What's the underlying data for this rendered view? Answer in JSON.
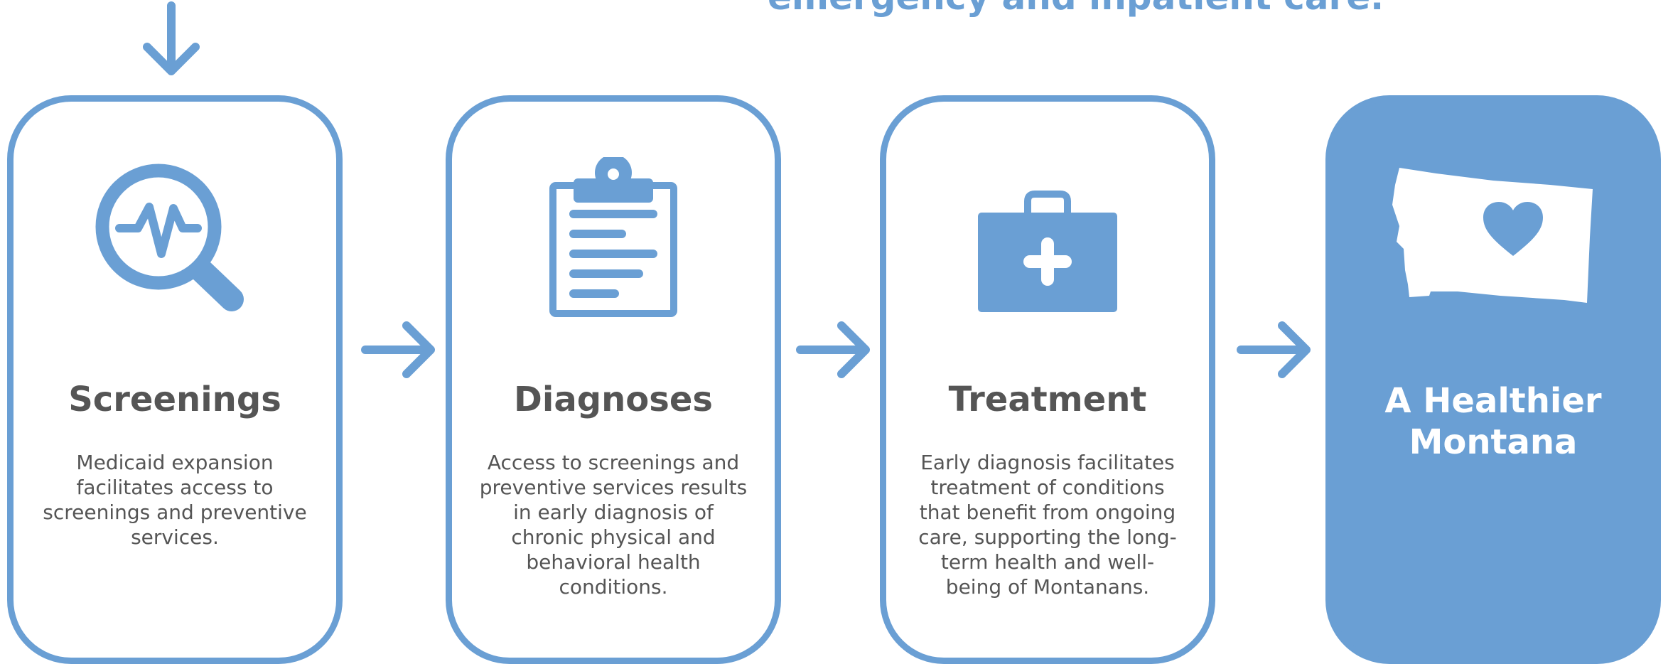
{
  "header": {
    "caption": "emergency and inpatient care."
  },
  "colors": {
    "accent": "#6a9fd4",
    "text": "#555555",
    "background": "#ffffff"
  },
  "steps": [
    {
      "title": "Screenings",
      "description": "Medicaid expansion facilitates access to screenings and preventive services.",
      "icon": "magnifier-pulse-icon"
    },
    {
      "title": "Diagnoses",
      "description": "Access to screenings and preventive services results in early diagnosis of chronic physical and behavioral health conditions.",
      "icon": "clipboard-icon"
    },
    {
      "title": "Treatment",
      "description": "Early diagnosis facilitates treatment of conditions that benefit from ongoing care, supporting the long-term health and well-being of Montanans.",
      "icon": "medical-kit-icon"
    },
    {
      "title": "A Healthier Montana",
      "icon": "montana-heart-icon"
    }
  ]
}
